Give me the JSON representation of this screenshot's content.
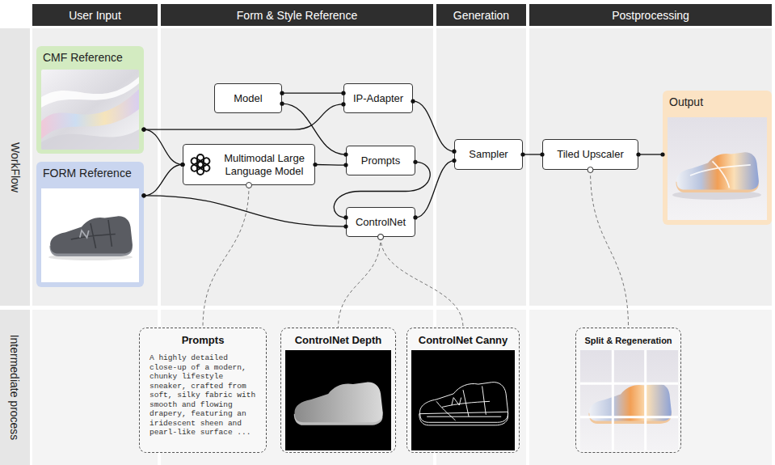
{
  "diagram": {
    "nodes": [
      {
        "text": [
          "User Input"
        ]
      },
      {
        "text": [
          "Form & Style Reference"
        ]
      },
      {
        "text": [
          "Generation"
        ]
      },
      {
        "text": [
          "Postprocessing"
        ]
      },
      {
        "text": [
          "WorkFlow"
        ]
      },
      {
        "text": [
          "Intermediate process"
        ]
      },
      {
        "text": [
          "CMF Reference"
        ]
      },
      {
        "text": [
          "FORM Reference"
        ]
      },
      {
        "text": [
          "Model"
        ]
      },
      {
        "text": [
          "IP-Adapter"
        ]
      },
      {
        "text": [
          "Multimodal Large Language Model"
        ]
      },
      {
        "text": [
          "Prompts"
        ]
      },
      {
        "text": [
          "ControlNet"
        ]
      },
      {
        "text": [
          "Sampler"
        ]
      },
      {
        "text": [
          "Tiled Upscaler"
        ]
      },
      {
        "text": [
          "Output"
        ]
      },
      {
        "text": [
          "Prompts",
          "A highly detailed close-up of a modern, chunky lifestyle sneaker, crafted from soft, silky fabric with smooth and flowing drapery, featuring an iridescent sheen and pearl-like surface ..."
        ]
      },
      {
        "text": [
          "ControlNet Depth"
        ]
      },
      {
        "text": [
          "ControlNet Canny"
        ]
      },
      {
        "text": [
          "Split & Regeneration"
        ]
      }
    ],
    "edges": [
      {
        "from": 6,
        "to": 9,
        "arrow": "none"
      },
      {
        "from": 6,
        "to": 10,
        "arrow": "none"
      },
      {
        "from": 7,
        "to": 10,
        "arrow": "none"
      },
      {
        "from": 7,
        "to": 12,
        "arrow": "none"
      },
      {
        "from": 8,
        "to": 9,
        "arrow": "none"
      },
      {
        "from": 8,
        "to": 11,
        "arrow": "none"
      },
      {
        "from": 10,
        "to": 11,
        "arrow": "none"
      },
      {
        "from": 11,
        "to": 12,
        "arrow": "none"
      },
      {
        "from": 9,
        "to": 13,
        "arrow": "none"
      },
      {
        "from": 12,
        "to": 13,
        "arrow": "none"
      },
      {
        "from": 13,
        "to": 14,
        "arrow": "none"
      },
      {
        "from": 14,
        "to": 15,
        "arrow": "none"
      },
      {
        "from": 10,
        "to": 16,
        "arrow": "none"
      },
      {
        "from": 12,
        "to": 17,
        "arrow": "none"
      },
      {
        "from": 12,
        "to": 18,
        "arrow": "none"
      },
      {
        "from": 14,
        "to": 19,
        "arrow": "none"
      }
    ]
  }
}
